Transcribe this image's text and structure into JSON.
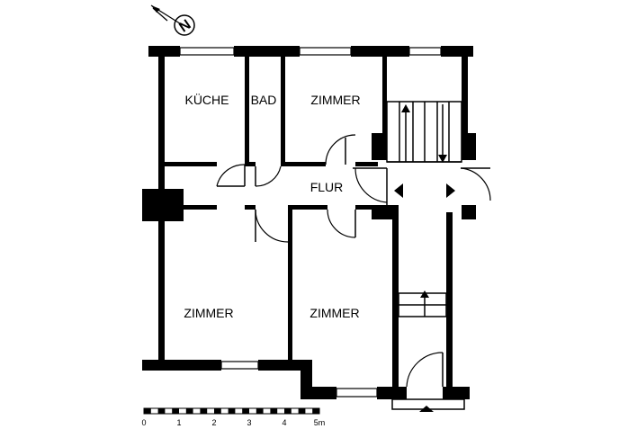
{
  "rooms": {
    "kueche": "KÜCHE",
    "bad": "BAD",
    "zimmer_top": "ZIMMER",
    "flur": "FLUR",
    "zimmer_left": "ZIMMER",
    "zimmer_mid": "ZIMMER"
  },
  "compass_letter": "N",
  "scale": {
    "ticks": [
      "0",
      "1",
      "2",
      "3",
      "4",
      "5m"
    ]
  },
  "icons": {
    "compass": "north-arrow-icon",
    "stair_arrow": "arrow-icon"
  }
}
